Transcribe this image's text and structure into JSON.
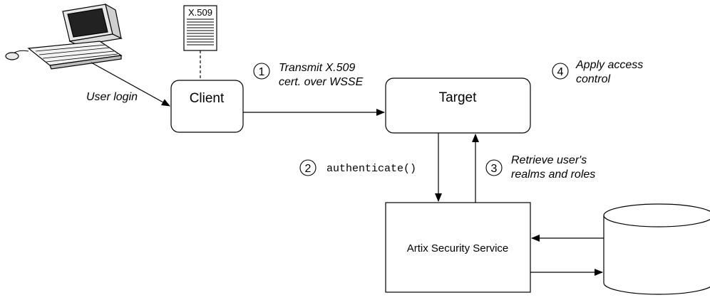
{
  "nodes": {
    "client": "Client",
    "target": "Target",
    "security_service": "Artix Security Service",
    "certificate": "X.509"
  },
  "labels": {
    "user_login": "User login",
    "step1_num": "1",
    "step1_line1": "Transmit X.509",
    "step1_line2": "cert. over WSSE",
    "step2_num": "2",
    "step2_text": "authenticate()",
    "step3_num": "3",
    "step3_line1": "Retrieve user's",
    "step3_line2": "realms and roles",
    "step4_num": "4",
    "step4_line1": "Apply access",
    "step4_line2": "control"
  },
  "icons": {
    "computer": "computer-icon",
    "database": "database-icon",
    "certificate": "certificate-icon"
  }
}
